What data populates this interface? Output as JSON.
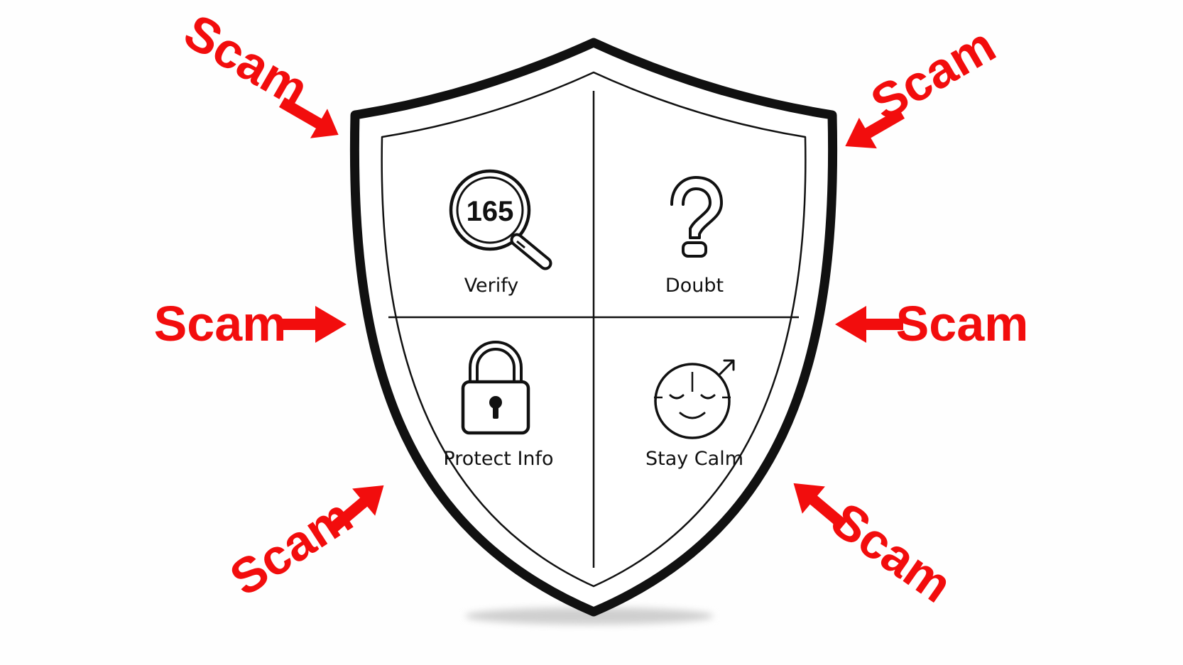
{
  "colors": {
    "background": "#fefefe",
    "shield_stroke": "#111111",
    "scam_red": "#f20d0d",
    "shadow": "#cfcfcf"
  },
  "shield": {
    "quadrants": [
      {
        "label": "Verify",
        "icon": "magnifier-165-icon",
        "icon_text": "165"
      },
      {
        "label": "Doubt",
        "icon": "question-mark-icon"
      },
      {
        "label": "Protect Info",
        "icon": "padlock-icon"
      },
      {
        "label": "Stay Calm",
        "icon": "calm-face-icon"
      }
    ]
  },
  "attacks": {
    "label": "Scam",
    "count": 6
  }
}
